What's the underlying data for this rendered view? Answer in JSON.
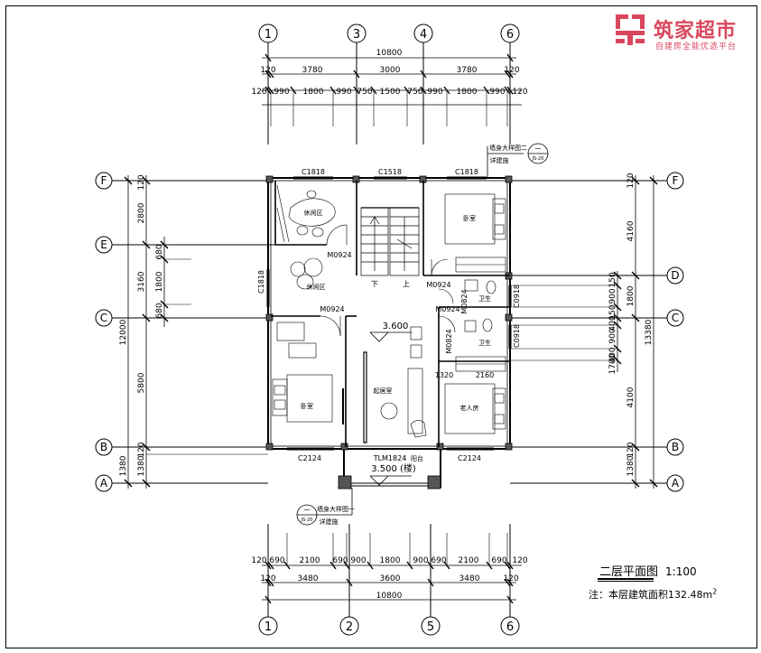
{
  "brand": {
    "name": "筑家超市",
    "slogan": "自建房全能优选平台",
    "registered": "®"
  },
  "drawing": {
    "title": "二层平面图",
    "scale": "1:100",
    "area_note_prefix": "注：本层建筑面积",
    "area_value": "132.48m",
    "area_unit_sup": "2"
  },
  "axes": {
    "top": [
      "1",
      "3",
      "4",
      "6"
    ],
    "bottom": [
      "1",
      "2",
      "5",
      "6"
    ],
    "left": [
      "F",
      "E",
      "C",
      "B",
      "A"
    ],
    "right": [
      "F",
      "D",
      "C",
      "B",
      "A"
    ]
  },
  "dims_top": {
    "total": "10800",
    "row2": [
      "120",
      "3780",
      "3000",
      "3780",
      "120"
    ],
    "row3": [
      "120",
      "990",
      "1800",
      "990",
      "750",
      "1500",
      "750",
      "990",
      "1800",
      "990",
      "120"
    ]
  },
  "dims_bottom": {
    "total": "10800",
    "row2": [
      "120",
      "3480",
      "3600",
      "3480",
      "120"
    ],
    "row1": [
      "120",
      "690",
      "2100",
      "690",
      "900",
      "1800",
      "900",
      "690",
      "2100",
      "690",
      "120"
    ]
  },
  "dims_left": {
    "total": "12000",
    "row2": [
      "120",
      "2800",
      "3160",
      "5800",
      "1380"
    ],
    "row3": [
      "680",
      "1800",
      "680",
      "120"
    ],
    "outer": [
      "1380"
    ]
  },
  "dims_right": {
    "total": "13380",
    "row2": [
      "120",
      "4160",
      "1800",
      "4100",
      "1380"
    ],
    "row3": [
      "150",
      "900",
      "150",
      "400",
      "900",
      "400",
      "1700"
    ],
    "row4": [
      "120"
    ]
  },
  "rooms": {
    "leisure_top": "休闲区",
    "leisure": "休闲区",
    "bedroom_nw": "卧室",
    "bedroom_sw": "卧室",
    "bedroom_ne": "卧室",
    "elder_room": "老人房",
    "living": "起居室",
    "wc1": "卫生",
    "wc2": "卫生",
    "stair_down": "下",
    "stair_up": "上",
    "balcony": "阳台",
    "elev_360": "3.600",
    "elev_350": "3.500 (楼)"
  },
  "openings": {
    "win_c1818_a": "C1818",
    "win_c1518": "C1518",
    "win_c1818_b": "C1818",
    "win_c1818_side": "C1818",
    "win_c2124_a": "C2124",
    "win_c2124_b": "C2124",
    "win_c0918_a": "C0918",
    "win_c0918_b": "C0918",
    "door_m0924_a": "M0924",
    "door_m0924_b": "M0924",
    "door_m0924_c": "M0924",
    "door_m0924_d": "M0924",
    "door_m0824_a": "M0824",
    "door_m0824_b": "M0824",
    "door_tlm1824": "TLM1824",
    "dim_1320": "1320",
    "dim_2160": "2160"
  },
  "callouts": {
    "top_text": "墙身大样图二",
    "top_sub": "详建施",
    "top_num": "一",
    "top_ref": "JS-20",
    "bottom_text": "墙身大样图一",
    "bottom_sub": "详建施",
    "bottom_num": "一",
    "bottom_ref": "JS-20"
  },
  "colors": {
    "brand": "#d9475d",
    "line": "#000000"
  }
}
